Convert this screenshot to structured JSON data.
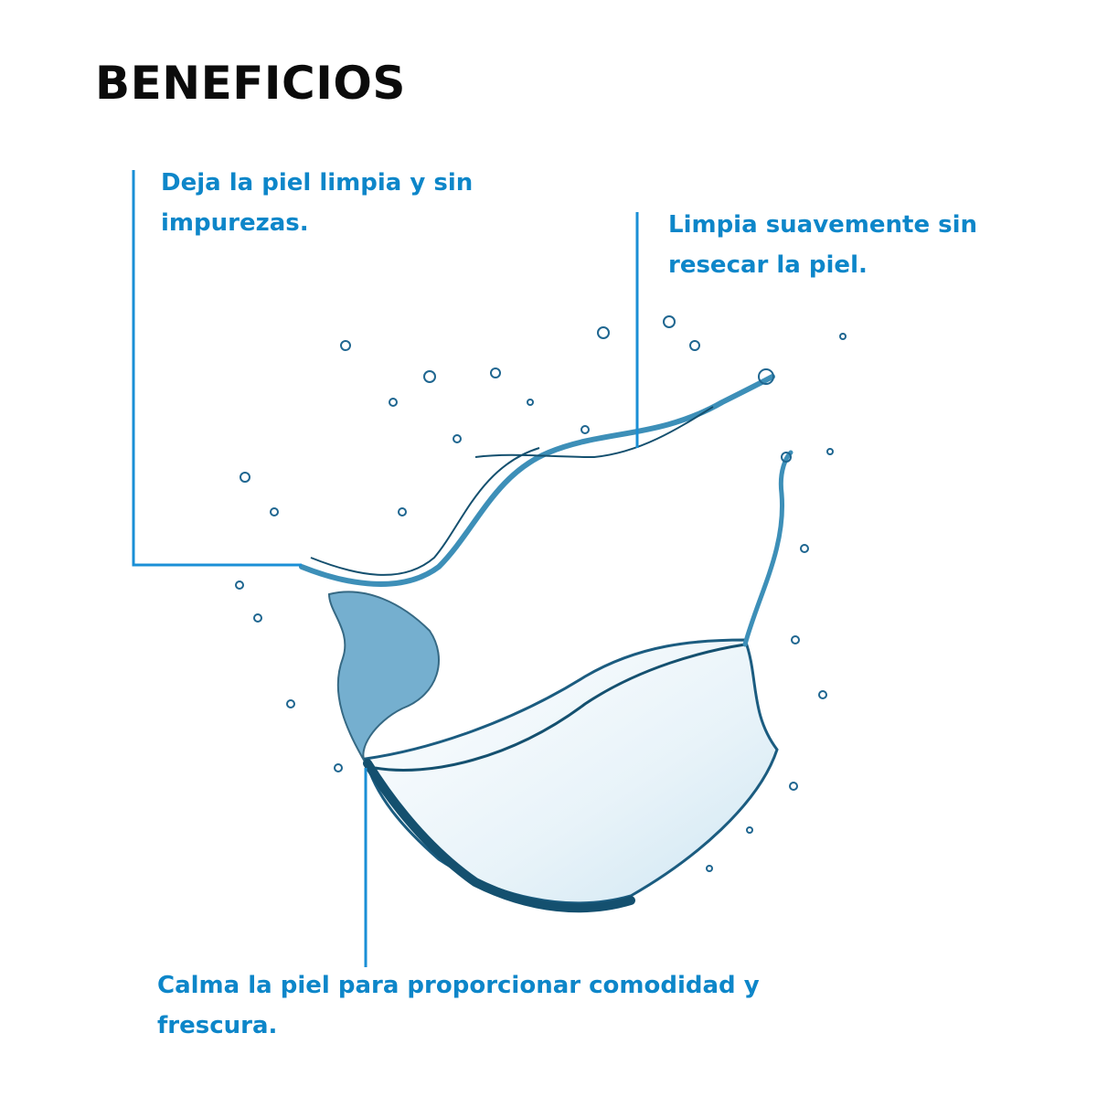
{
  "title": "BENEFICIOS",
  "colors": {
    "title": "#0b0b0b",
    "accent": "#1a8fd6",
    "text": "#0d86c9",
    "water_dark": "#14506f",
    "water_mid": "#3d8fb8",
    "water_light": "#cfe6f2"
  },
  "benefits": [
    {
      "text": "Deja la piel limpia y sin impurezas."
    },
    {
      "text": "Limpia suavemente sin resecar la piel."
    },
    {
      "text": "Calma la piel para proporcionar comodidad y frescura."
    }
  ],
  "image": {
    "icon": "water-splash-illustration"
  }
}
